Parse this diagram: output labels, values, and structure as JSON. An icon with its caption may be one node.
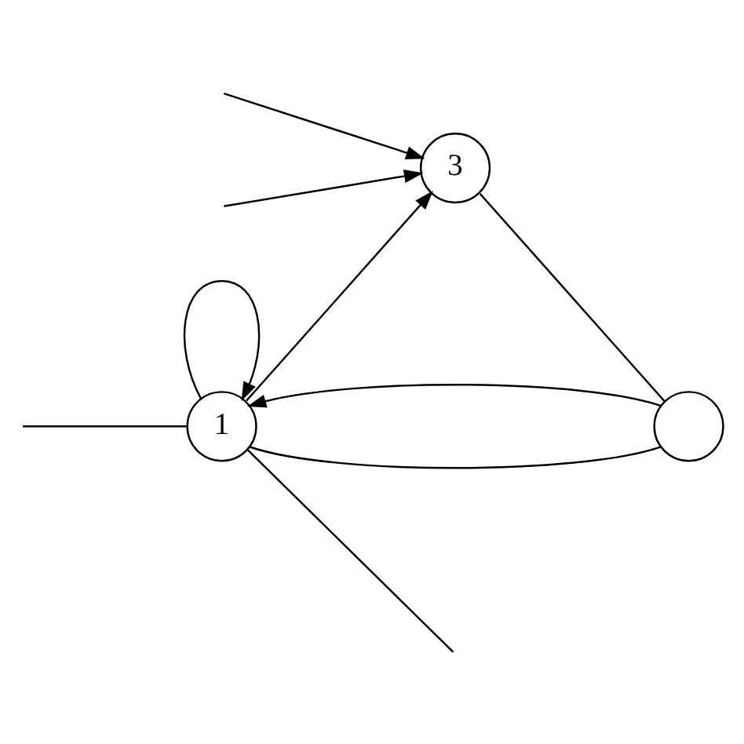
{
  "diagram": {
    "nodes": [
      {
        "text": [
          "1"
        ]
      },
      {
        "text": [
          "3"
        ]
      },
      {
        "text": [],
        "shape": "circle"
      }
    ],
    "edges": [
      {
        "from": 0,
        "to": 0,
        "arrow": "to"
      },
      {
        "from": null,
        "to": 0,
        "arrow": "none"
      },
      {
        "from": 0,
        "to": 2,
        "arrow": "none"
      },
      {
        "from": 2,
        "to": 0,
        "arrow": "to"
      },
      {
        "from": 0,
        "to": null,
        "arrow": "none"
      },
      {
        "from": 0,
        "to": 1,
        "arrow": "to"
      },
      {
        "from": null,
        "to": 1,
        "arrow": "to"
      },
      {
        "from": null,
        "to": 1,
        "arrow": "to"
      },
      {
        "from": 1,
        "to": 2,
        "arrow": "none"
      }
    ]
  }
}
